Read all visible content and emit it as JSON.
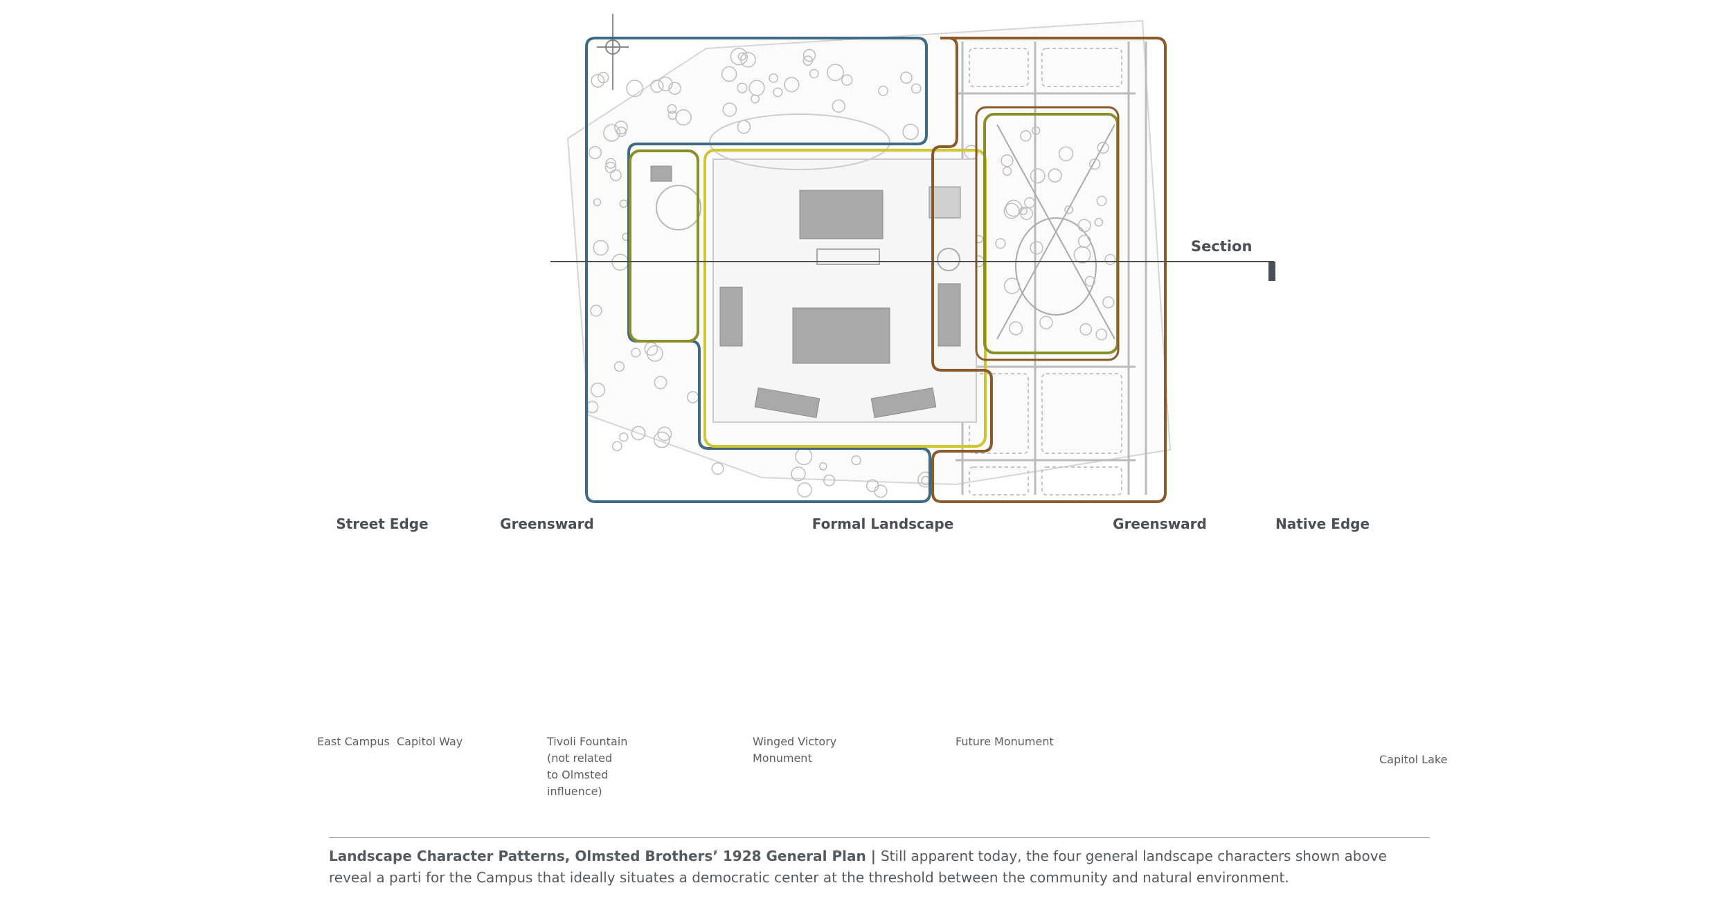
{
  "plan": {
    "section_label": "Section"
  },
  "section": {
    "zones": [
      {
        "label": "Street Edge",
        "color": "#8a5a2b"
      },
      {
        "label": "Greensward",
        "color": "#8a8f2a"
      },
      {
        "label": "Formal Landscape",
        "color": "#cfc532"
      },
      {
        "label": "Greensward",
        "color": "#8a8f2a"
      },
      {
        "label": "Native Edge",
        "color": "#3f6a86"
      }
    ],
    "annotations": {
      "east_campus": "East Campus",
      "capitol_way": "Capitol Way",
      "tivoli": "Tivoli Fountain\n(not related\nto Olmsted\ninfluence)",
      "winged_victory": "Winged Victory\nMonument",
      "future_monument": "Future Monument",
      "capitol_lake": "Capitol Lake"
    }
  },
  "caption": {
    "title": "Landscape Character Patterns, Olmsted Brothers’ 1928 General Plan",
    "separator": " | ",
    "body": "Still apparent today, the four general landscape characters shown above reveal a parti for the Campus that ideally situates a democratic center at the threshold between the community and natural environment."
  },
  "colors": {
    "native_edge": "#3f6a86",
    "street_edge": "#8a5a2b",
    "greensward": "#8a8f2a",
    "formal": "#cfc532",
    "ground": "#e6e8ea"
  }
}
